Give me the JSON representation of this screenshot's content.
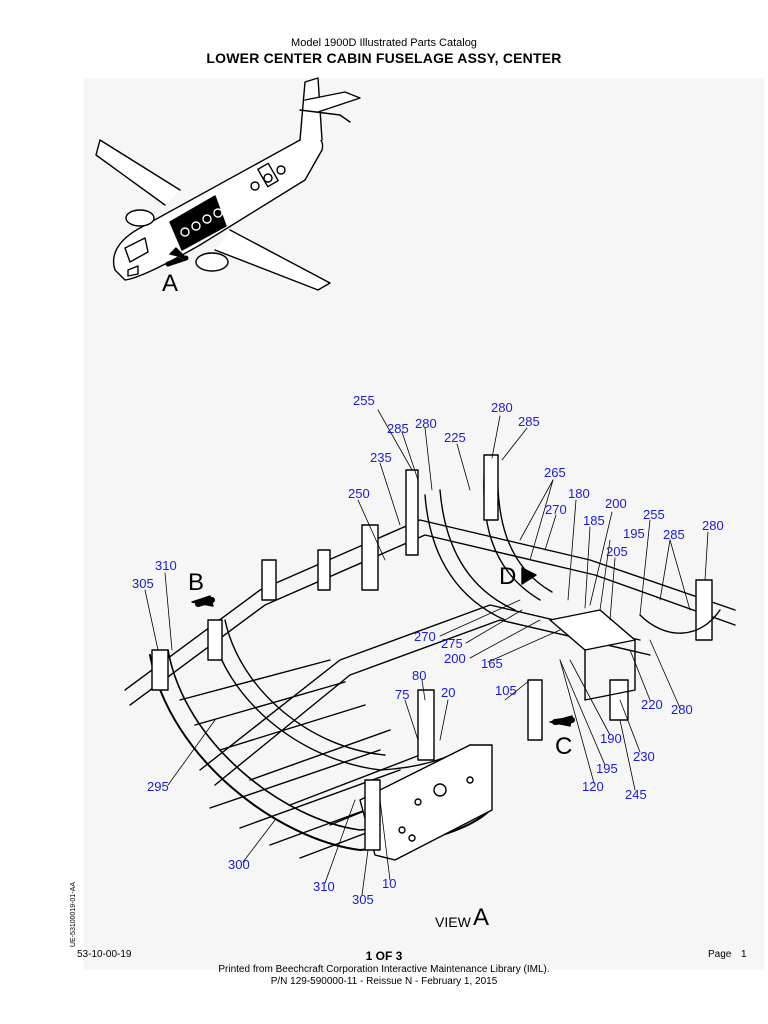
{
  "header": {
    "subtitle": "Model 1900D Illustrated Parts Catalog",
    "title": "LOWER CENTER CABIN FUSELAGE ASSY, CENTER"
  },
  "view_labels": {
    "a_top": "A",
    "b": "B",
    "c": "C",
    "d": "D",
    "view_word": "VIEW",
    "view_letter": "A"
  },
  "callouts": [
    "255",
    "285",
    "280",
    "225",
    "280",
    "285",
    "235",
    "265",
    "250",
    "180",
    "200",
    "270",
    "185",
    "195",
    "255",
    "285",
    "280",
    "205",
    "310",
    "305",
    "270",
    "275",
    "200",
    "165",
    "80",
    "75",
    "20",
    "105",
    "220",
    "280",
    "190",
    "230",
    "295",
    "195",
    "120",
    "245",
    "300",
    "310",
    "10",
    "305"
  ],
  "figure_id": "UE-53100019-01-AA",
  "footer": {
    "section": "53-10-00-19",
    "sheet": "1 OF 3",
    "page_label": "Page",
    "page_number": "1",
    "printed_from": "Printed from Beechcraft Corporation Interactive Maintenance Library (IML).",
    "part_number": "P/N 129-590000-11 - Reissue N - February 1, 2015"
  },
  "colors": {
    "callout": "#1a1adf",
    "ink": "#000000",
    "panel": "#f6f6f6"
  }
}
